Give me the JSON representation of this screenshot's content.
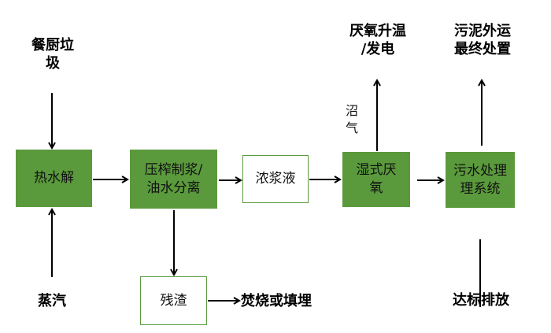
{
  "colors": {
    "process_fill": "#5a9a3c",
    "outline_border": "#5a9a3c",
    "arrow": "#000000"
  },
  "inputs": {
    "food_waste": "餐厨垃\n圾",
    "steam": "蒸汽"
  },
  "boxes": {
    "thermal_hydrolysis": "热水解",
    "pressing_separation": "压榨制浆/\n油水分离",
    "slurry": "浓浆液",
    "wet_anaerobic": "湿式厌\n氧",
    "wastewater_treatment": "污水处理\n理系统",
    "residue": "残渣"
  },
  "outputs": {
    "anaerobic_heating": "厌氧升温\n/发电",
    "sludge_disposal": "污泥外运\n最终处置",
    "incineration": "焚烧或填埋",
    "discharge": "达标排放"
  },
  "annotations": {
    "biogas": "沼\n气"
  }
}
